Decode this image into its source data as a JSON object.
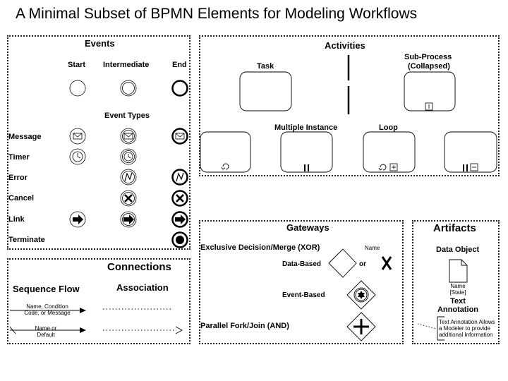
{
  "title": "A Minimal Subset of BPMN Elements for Modeling Workflows",
  "events": {
    "heading": "Events",
    "columns": [
      "Start",
      "Intermediate",
      "End"
    ],
    "types_heading": "Event Types",
    "rows": [
      "Message",
      "Timer",
      "Error",
      "Cancel",
      "Link",
      "Terminate"
    ]
  },
  "activities": {
    "heading": "Activities",
    "task": "Task",
    "subprocess_line1": "Sub-Process",
    "subprocess_line2": "(Collapsed)",
    "multiple_instance": "Multiple Instance",
    "loop": "Loop"
  },
  "connections": {
    "heading": "Connections",
    "sequence_flow": "Sequence Flow",
    "association": "Association",
    "flow_label1_line1": "Name, Condition",
    "flow_label1_line2": "Code, or Message",
    "flow_label2_line1": "Name or",
    "flow_label2_line2": "Default"
  },
  "gateways": {
    "heading": "Gateways",
    "xor": "Exclusive Decision/Merge (XOR)",
    "name": "Name",
    "data_based": "Data-Based",
    "or": "or",
    "event_based": "Event-Based",
    "and": "Parallel Fork/Join (AND)"
  },
  "artifacts": {
    "heading": "Artifacts",
    "data_object": "Data Object",
    "name_state_line1": "Name",
    "name_state_line2": "[State]",
    "text_annotation_line1": "Text",
    "text_annotation_line2": "Annotation",
    "annotation_note_line1": "Text Annotation Allows",
    "annotation_note_line2": "a Modeler to provide",
    "annotation_note_line3": "additional Information"
  }
}
